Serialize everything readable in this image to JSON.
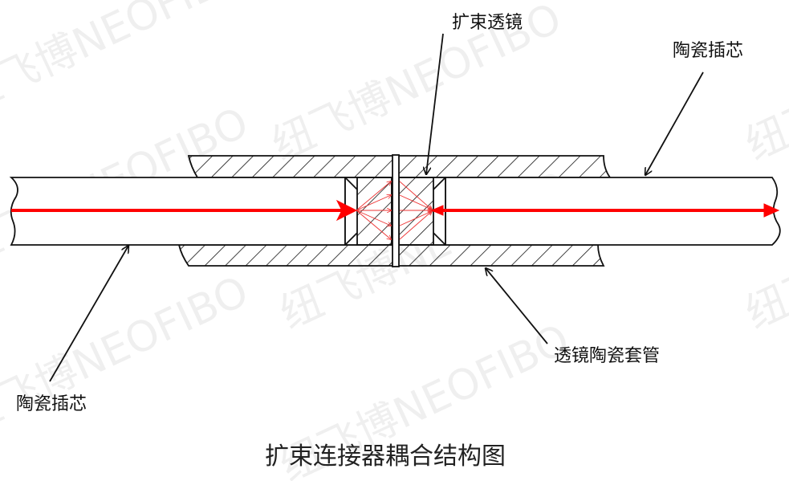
{
  "labels": {
    "expanded_beam_lens": "扩束透镜",
    "ceramic_ferrule_right": "陶瓷插芯",
    "ceramic_ferrule_left": "陶瓷插芯",
    "lens_ceramic_sleeve": "透镜陶瓷套管"
  },
  "title": "扩束连接器耦合结构图",
  "watermark": "纽飞博NEOFIBO",
  "colors": {
    "beam": "#ff0000",
    "line": "#111111"
  }
}
